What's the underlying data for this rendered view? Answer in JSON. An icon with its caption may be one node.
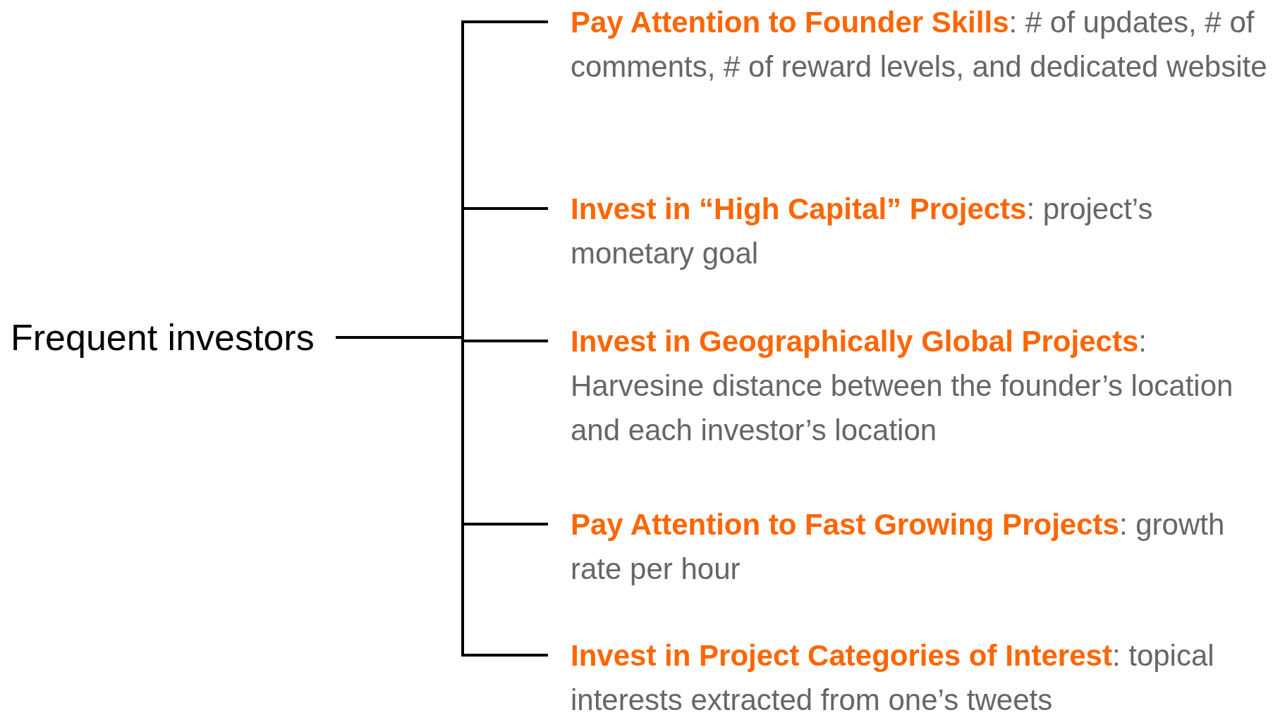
{
  "diagram": {
    "nodes": [
      {
        "text": [
          "Frequent investors"
        ]
      },
      {
        "text": [
          "**Pay Attention to Founder Skills**: # of updates, # of comments, # of reward levels, and dedicated website"
        ]
      },
      {
        "text": [
          "**Invest in “High Capital” Projects**: project’s monetary goal"
        ]
      },
      {
        "text": [
          "**Invest in Geographically Global Projects**: Harvesine distance between the founder’s location and each investor’s location"
        ]
      },
      {
        "text": [
          "**Pay Attention to Fast Growing Projects**: growth rate per hour"
        ]
      },
      {
        "text": [
          "**Invest in Project Categories of Interest**: topical interests extracted from one’s tweets"
        ]
      }
    ],
    "edges": [
      {
        "from": 0,
        "to": 1,
        "arrow": "none"
      },
      {
        "from": 0,
        "to": 2,
        "arrow": "none"
      },
      {
        "from": 0,
        "to": 3,
        "arrow": "none"
      },
      {
        "from": 0,
        "to": 4,
        "arrow": "none"
      },
      {
        "from": 0,
        "to": 5,
        "arrow": "none"
      }
    ]
  }
}
